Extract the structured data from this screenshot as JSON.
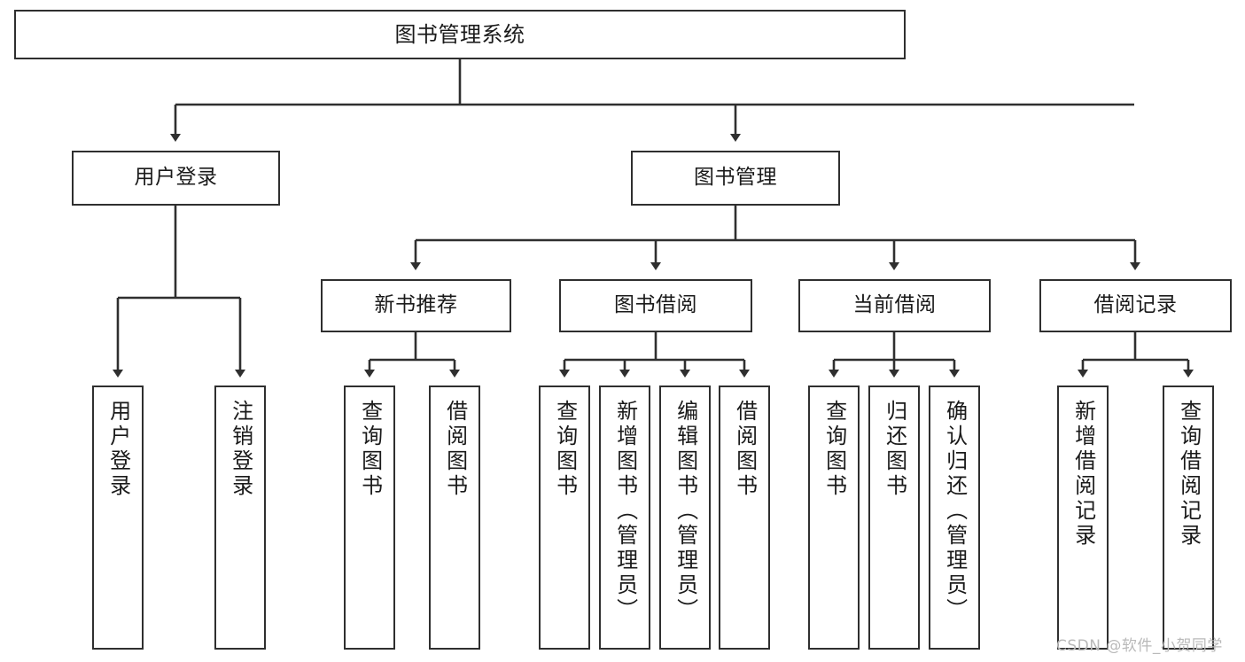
{
  "diagram": {
    "title": "图书管理系统",
    "type": "hierarchy-tree",
    "watermark": "CSDN @软件_小贺同学",
    "colors": {
      "box_border": "#2f2f2f",
      "box_fill": "#ffffff",
      "connector": "#2f2f2f",
      "text": "#1a1a1a",
      "watermark": "#b9b9b9",
      "background": "#ffffff"
    },
    "root": {
      "label": "图书管理系统"
    },
    "level2": [
      {
        "label": "用户登录"
      },
      {
        "label": "图书管理"
      }
    ],
    "level3": [
      {
        "label": "新书推荐"
      },
      {
        "label": "图书借阅"
      },
      {
        "label": "当前借阅"
      },
      {
        "label": "借阅记录"
      }
    ],
    "leaves": {
      "user_login": [
        {
          "label": "用户登录"
        },
        {
          "label": "注销登录"
        }
      ],
      "new_book_recommend": [
        {
          "label": "查询图书"
        },
        {
          "label": "借阅图书"
        }
      ],
      "book_borrow": [
        {
          "label": "查询图书"
        },
        {
          "label": "新增图书（管理员）"
        },
        {
          "label": "编辑图书（管理员）"
        },
        {
          "label": "借阅图书"
        }
      ],
      "current_borrow": [
        {
          "label": "查询图书"
        },
        {
          "label": "归还图书"
        },
        {
          "label": "确认归还（管理员）"
        }
      ],
      "borrow_record": [
        {
          "label": "新增借阅记录"
        },
        {
          "label": "查询借阅记录"
        }
      ]
    }
  }
}
